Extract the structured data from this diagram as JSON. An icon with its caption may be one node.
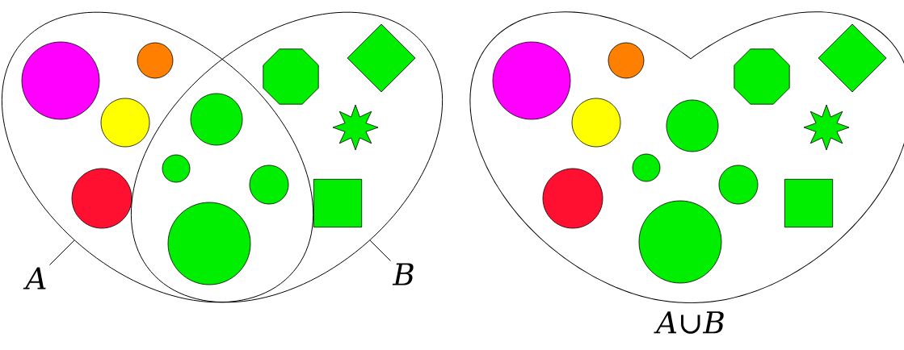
{
  "diagram": {
    "nodes": [
      {
        "text": [],
        "shape": "ellipse"
      },
      {
        "text": [],
        "shape": "ellipse"
      },
      {
        "text": [
          "A"
        ]
      },
      {
        "text": [
          "B"
        ]
      }
    ],
    "edges": [
      {
        "from": 2,
        "to": 0,
        "arrow": "none"
      },
      {
        "from": 3,
        "to": 1,
        "arrow": "none"
      }
    ],
    "labels": [
      "A∪B"
    ]
  }
}
